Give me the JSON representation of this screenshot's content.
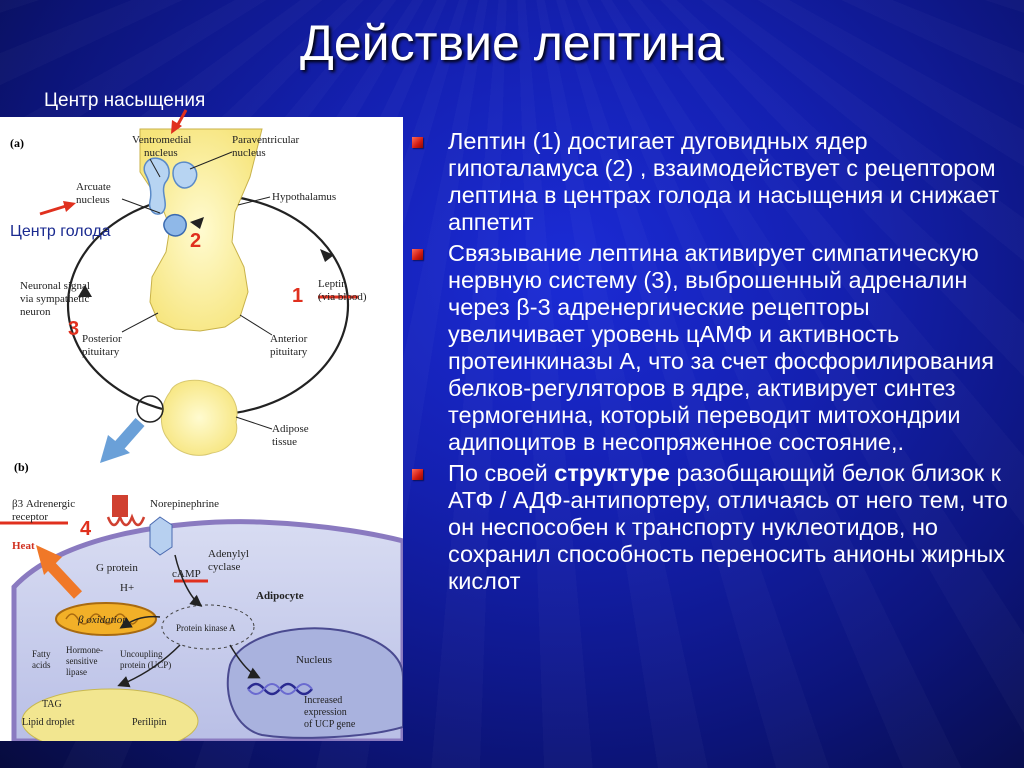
{
  "slide": {
    "title": "Действие лептина",
    "label_satiety_center": "Центр насыщения",
    "label_hunger_center": "Центр голода"
  },
  "figure": {
    "panel_a": "(a)",
    "panel_b": "(b)",
    "ventromedial": [
      "Ventromedial",
      "nucleus"
    ],
    "paraventricular": [
      "Paraventricular",
      "nucleus"
    ],
    "arcuate": [
      "Arcuate",
      "nucleus"
    ],
    "hypothalamus": "Hypothalamus",
    "neuronal_signal": [
      "Neuronal signal",
      "via sympathetic",
      "neuron"
    ],
    "leptin": [
      "Leptin",
      "(via blood)"
    ],
    "posterior_pituitary": [
      "Posterior",
      "pituitary"
    ],
    "anterior_pituitary": [
      "Anterior",
      "pituitary"
    ],
    "adipose_tissue": [
      "Adipose",
      "tissue"
    ],
    "beta3_receptor": [
      "β3 Adrenergic",
      "receptor"
    ],
    "norepinephrine": "Norepinephrine",
    "heat": "Heat",
    "g_protein": "G protein",
    "adenylyl_cyclase": [
      "Adenylyl",
      "cyclase"
    ],
    "h_plus": "H+",
    "camp": "cAMP",
    "adipocyte": "Adipocyte",
    "beta_oxidation": "β oxidation",
    "protein_kinase_a": "Protein kinase A",
    "fatty_acids": [
      "Fatty",
      "acids"
    ],
    "hormone_sensitive_lipase": [
      "Hormone-",
      "sensitive",
      "lipase"
    ],
    "uncoupling_protein": [
      "Uncoupling",
      "protein (UCP)"
    ],
    "nucleus": "Nucleus",
    "tag": "TAG",
    "lipid_droplet": "Lipid droplet",
    "perilipin": "Perilipin",
    "increased_expression": [
      "Increased",
      "expression",
      "of UCP gene"
    ],
    "num_1": "1",
    "num_2": "2",
    "num_3": "3",
    "num_4": "4"
  },
  "bullets": {
    "b1": "Лептин (1) достигает дуговидных ядер гипоталамуса (2) , взаимодействует с рецептором лептина в центрах голода и насыщения и снижает аппетит",
    "b2": "Связывание лептина активирует симпатическую нервную систему (3), выброшенный адреналин через β-3 адренергические рецепторы увеличивает уровень цАМФ и активность протеинкиназы А, что за счет фосфорилирования белков-регуляторов в ядре, активирует синтез термогенина, который переводит митохондрии адипоцитов в несопряженное состояние,.",
    "b3_pre": "По своей ",
    "b3_bold": "структуре",
    "b3_post": " разобщающий белок близок к АТФ / АДФ-антипортеру, отличаясь от него тем, что он неспособен к транспорту нуклеотидов, но сохранил способность переносить анионы жирных кислот"
  },
  "colors": {
    "accent_red": "#e0301e",
    "marker_red": "#d01a10",
    "orange_arrow": "#f07828",
    "background": "#1420b0"
  }
}
